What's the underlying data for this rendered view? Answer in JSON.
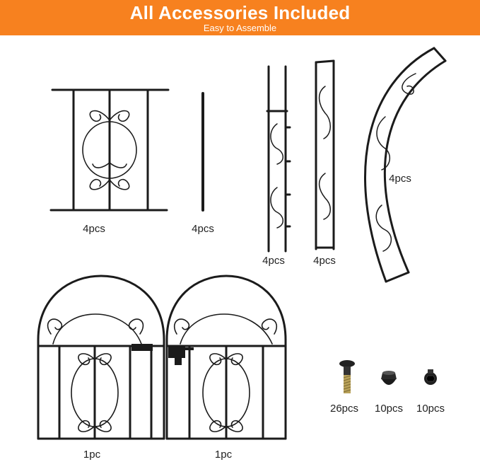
{
  "banner": {
    "title": "All Accessories Included",
    "subtitle": "Easy to Assemble",
    "color": "#f7811f"
  },
  "parts": [
    {
      "id": "center-panel",
      "qty": "4pcs"
    },
    {
      "id": "connecting-rod",
      "qty": "4pcs"
    },
    {
      "id": "spiked-post",
      "qty": "4pcs"
    },
    {
      "id": "side-post",
      "qty": "4pcs"
    },
    {
      "id": "arch-piece",
      "qty": "4pcs"
    },
    {
      "id": "gate-left",
      "qty": "1pc"
    },
    {
      "id": "gate-right",
      "qty": "1pc"
    },
    {
      "id": "bolt",
      "qty": "26pcs"
    },
    {
      "id": "cap-nut",
      "qty": "10pcs"
    },
    {
      "id": "screw",
      "qty": "10pcs"
    }
  ]
}
